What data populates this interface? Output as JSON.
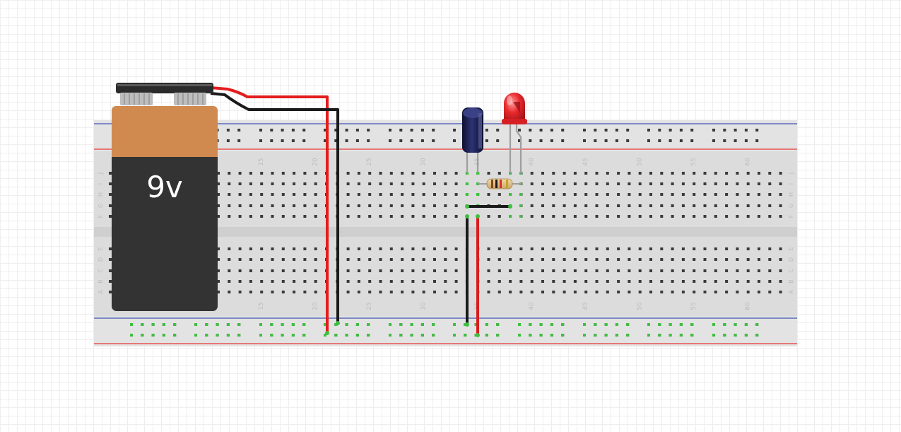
{
  "battery": {
    "label": "9v"
  },
  "breadboard": {
    "column_labels": [
      "15",
      "20",
      "25",
      "30",
      "35",
      "40",
      "45",
      "50",
      "55",
      "60"
    ],
    "row_labels_top": [
      "J",
      "I",
      "H",
      "G",
      "F"
    ],
    "row_labels_bottom": [
      "E",
      "D",
      "C",
      "B",
      "A"
    ]
  },
  "colors": {
    "rail_positive": "#e53935",
    "rail_negative": "#3f51b5",
    "wire_red": "#e31c1c",
    "wire_black": "#1a1a1a",
    "battery_top": "#d08a4f",
    "battery_body": "#333333",
    "connected_hole": "#3fbf3f",
    "led": "#e8282b",
    "capacitor": "#1a1f4a"
  },
  "components": [
    "battery-9v",
    "breadboard",
    "electrolytic-capacitor",
    "red-led",
    "resistor",
    "jumper-wires"
  ]
}
